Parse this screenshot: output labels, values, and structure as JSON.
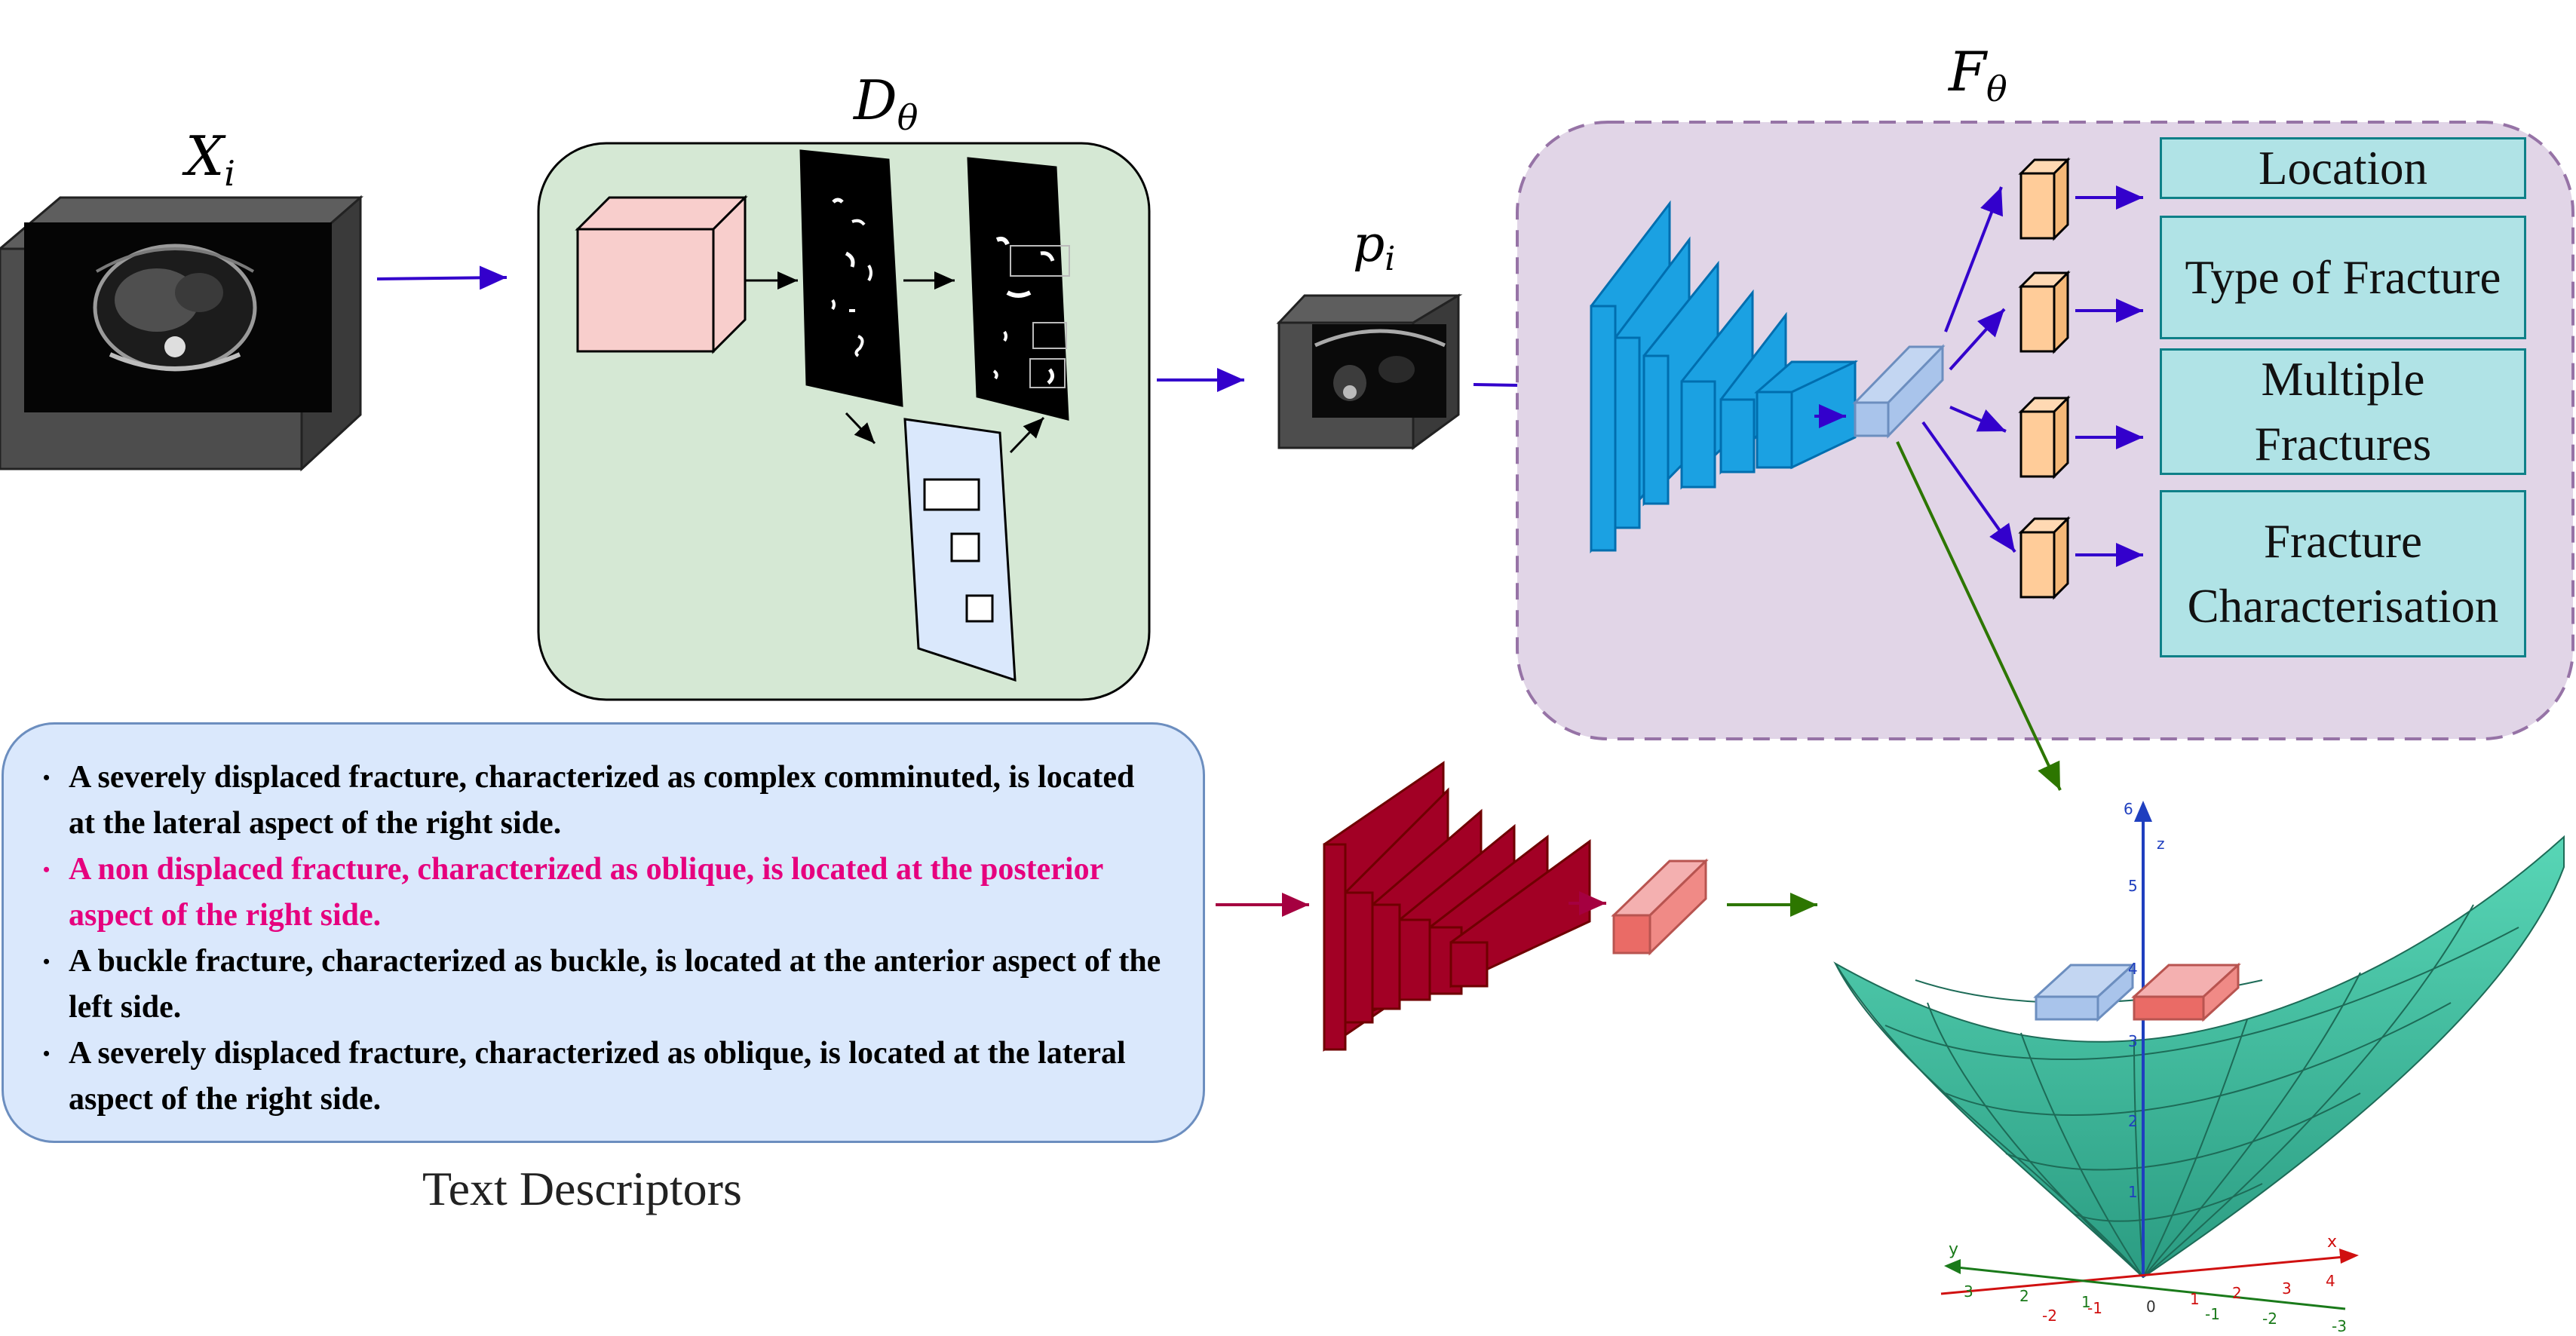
{
  "labels": {
    "input": "X",
    "input_sub": "i",
    "detector": "D",
    "detector_sub": "θ",
    "patch": "p",
    "patch_sub": "i",
    "encoder": "F",
    "encoder_sub": "θ"
  },
  "outputs": [
    "Location",
    "Type of Fracture",
    "Multiple Fractures",
    "Fracture Characterisation"
  ],
  "text_descriptors": {
    "caption": "Text Descriptors",
    "items": [
      "A severely displaced fracture, characterized as complex comminuted, is located at the lateral aspect of the right side.",
      "A non displaced fracture, characterized as oblique, is located at the posterior aspect of the right side.",
      "A buckle fracture, characterized as buckle, is located at the anterior aspect of the left side.",
      "A severely displaced fracture, characterized as oblique, is located at the lateral aspect of the right side."
    ],
    "highlight_index": 1
  },
  "plot3d": {
    "axis_z": "z",
    "axis_x": "x",
    "axis_y": "y",
    "origin": "0",
    "z_ticks": [
      "1",
      "2",
      "3",
      "4",
      "5",
      "6"
    ],
    "x_ticks": [
      "-2",
      "-1",
      "1",
      "2",
      "3",
      "4"
    ],
    "y_ticks": [
      "3",
      "2",
      "1",
      "-1",
      "-2",
      "-3"
    ]
  },
  "colors": {
    "ct_box": "#4d4d4d",
    "detector_panel": "#d5e8d4",
    "encoder_panel": "#e1d5e7",
    "blue_layers": "#1ba1e2",
    "red_layers": "#a20025",
    "output_boxes": "#b0e3e6",
    "small_blocks": "#ffcc99",
    "text_panel": "#dae8fc",
    "surface": "#3fbf9f",
    "arrow_main": "#3300cc",
    "arrow_text": "#a50040",
    "arrow_green": "#2d7600",
    "highlight_text": "#e6007e"
  }
}
